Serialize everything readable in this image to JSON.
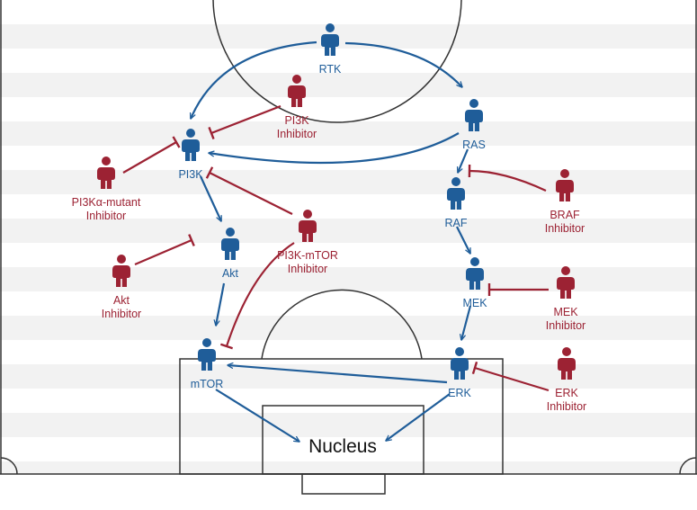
{
  "colors": {
    "pathway": "#1f5d99",
    "inhibitor": "#9c2233",
    "field_line": "#333333",
    "stripe_light": "#ffffff",
    "stripe_dark": "#f2f2f2"
  },
  "icon": "person-icon",
  "nucleus_label": "Nucleus",
  "nodes": [
    {
      "id": "rtk",
      "lines": [
        "RTK"
      ]
    },
    {
      "id": "ras",
      "lines": [
        "RAS"
      ]
    },
    {
      "id": "raf",
      "lines": [
        "RAF"
      ]
    },
    {
      "id": "mek",
      "lines": [
        "MEK"
      ]
    },
    {
      "id": "erk",
      "lines": [
        "ERK"
      ]
    },
    {
      "id": "pi3k",
      "lines": [
        "PI3K"
      ]
    },
    {
      "id": "akt",
      "lines": [
        "Akt"
      ]
    },
    {
      "id": "mtor",
      "lines": [
        "mTOR"
      ]
    }
  ],
  "inhibitors": [
    {
      "id": "pi3k-inhibitor",
      "lines": [
        "PI3K",
        "Inhibitor"
      ]
    },
    {
      "id": "pi3ka-mutant-inhibitor",
      "lines": [
        "PI3Kα-mutant",
        "Inhibitor"
      ]
    },
    {
      "id": "pi3k-mtor-inhibitor",
      "lines": [
        "PI3K-mTOR",
        "Inhibitor"
      ]
    },
    {
      "id": "akt-inhibitor",
      "lines": [
        "Akt",
        "Inhibitor"
      ]
    },
    {
      "id": "braf-inhibitor",
      "lines": [
        "BRAF",
        "Inhibitor"
      ]
    },
    {
      "id": "mek-inhibitor",
      "lines": [
        "MEK",
        "Inhibitor"
      ]
    },
    {
      "id": "erk-inhibitor",
      "lines": [
        "ERK",
        "Inhibitor"
      ]
    }
  ],
  "activations": [
    [
      "rtk",
      "ras"
    ],
    [
      "rtk",
      "pi3k"
    ],
    [
      "ras",
      "pi3k"
    ],
    [
      "ras",
      "raf"
    ],
    [
      "raf",
      "mek"
    ],
    [
      "mek",
      "erk"
    ],
    [
      "erk",
      "mtor"
    ],
    [
      "pi3k",
      "akt"
    ],
    [
      "akt",
      "mtor"
    ],
    [
      "mtor",
      "nucleus"
    ],
    [
      "erk",
      "nucleus"
    ]
  ],
  "inhibitions": [
    [
      "pi3k-inhibitor",
      "pi3k"
    ],
    [
      "pi3ka-mutant-inhibitor",
      "pi3k"
    ],
    [
      "pi3k-mtor-inhibitor",
      "pi3k"
    ],
    [
      "pi3k-mtor-inhibitor",
      "mtor"
    ],
    [
      "akt-inhibitor",
      "akt"
    ],
    [
      "braf-inhibitor",
      "raf"
    ],
    [
      "mek-inhibitor",
      "mek"
    ],
    [
      "erk-inhibitor",
      "erk"
    ]
  ]
}
